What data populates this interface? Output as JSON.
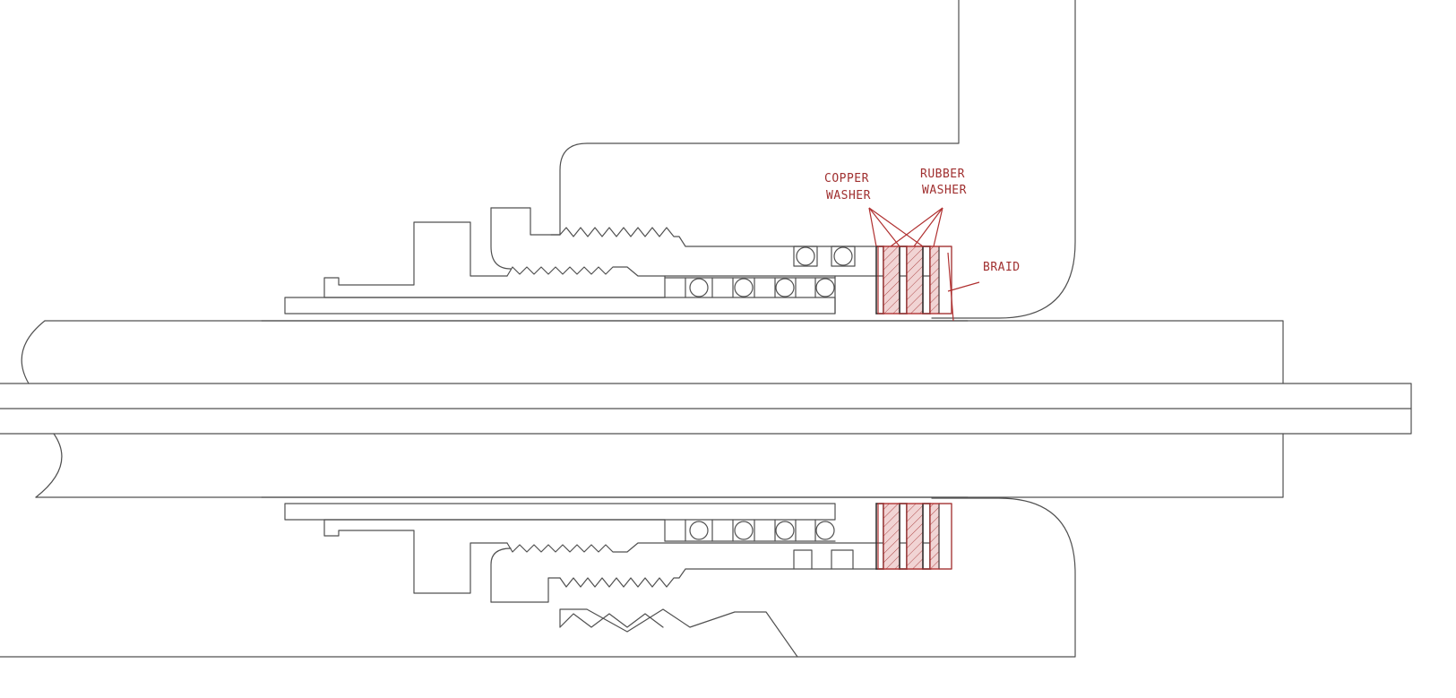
{
  "labels": {
    "copper_washer_line1": "COPPER",
    "copper_washer_line2": "WASHER",
    "rubber_washer_line1": "RUBBER",
    "rubber_washer_line2": "WASHER",
    "braid": "BRAID"
  },
  "colors": {
    "line": "#505050",
    "annotation": "#a03030",
    "washer_fill": "#e8c2c2"
  }
}
